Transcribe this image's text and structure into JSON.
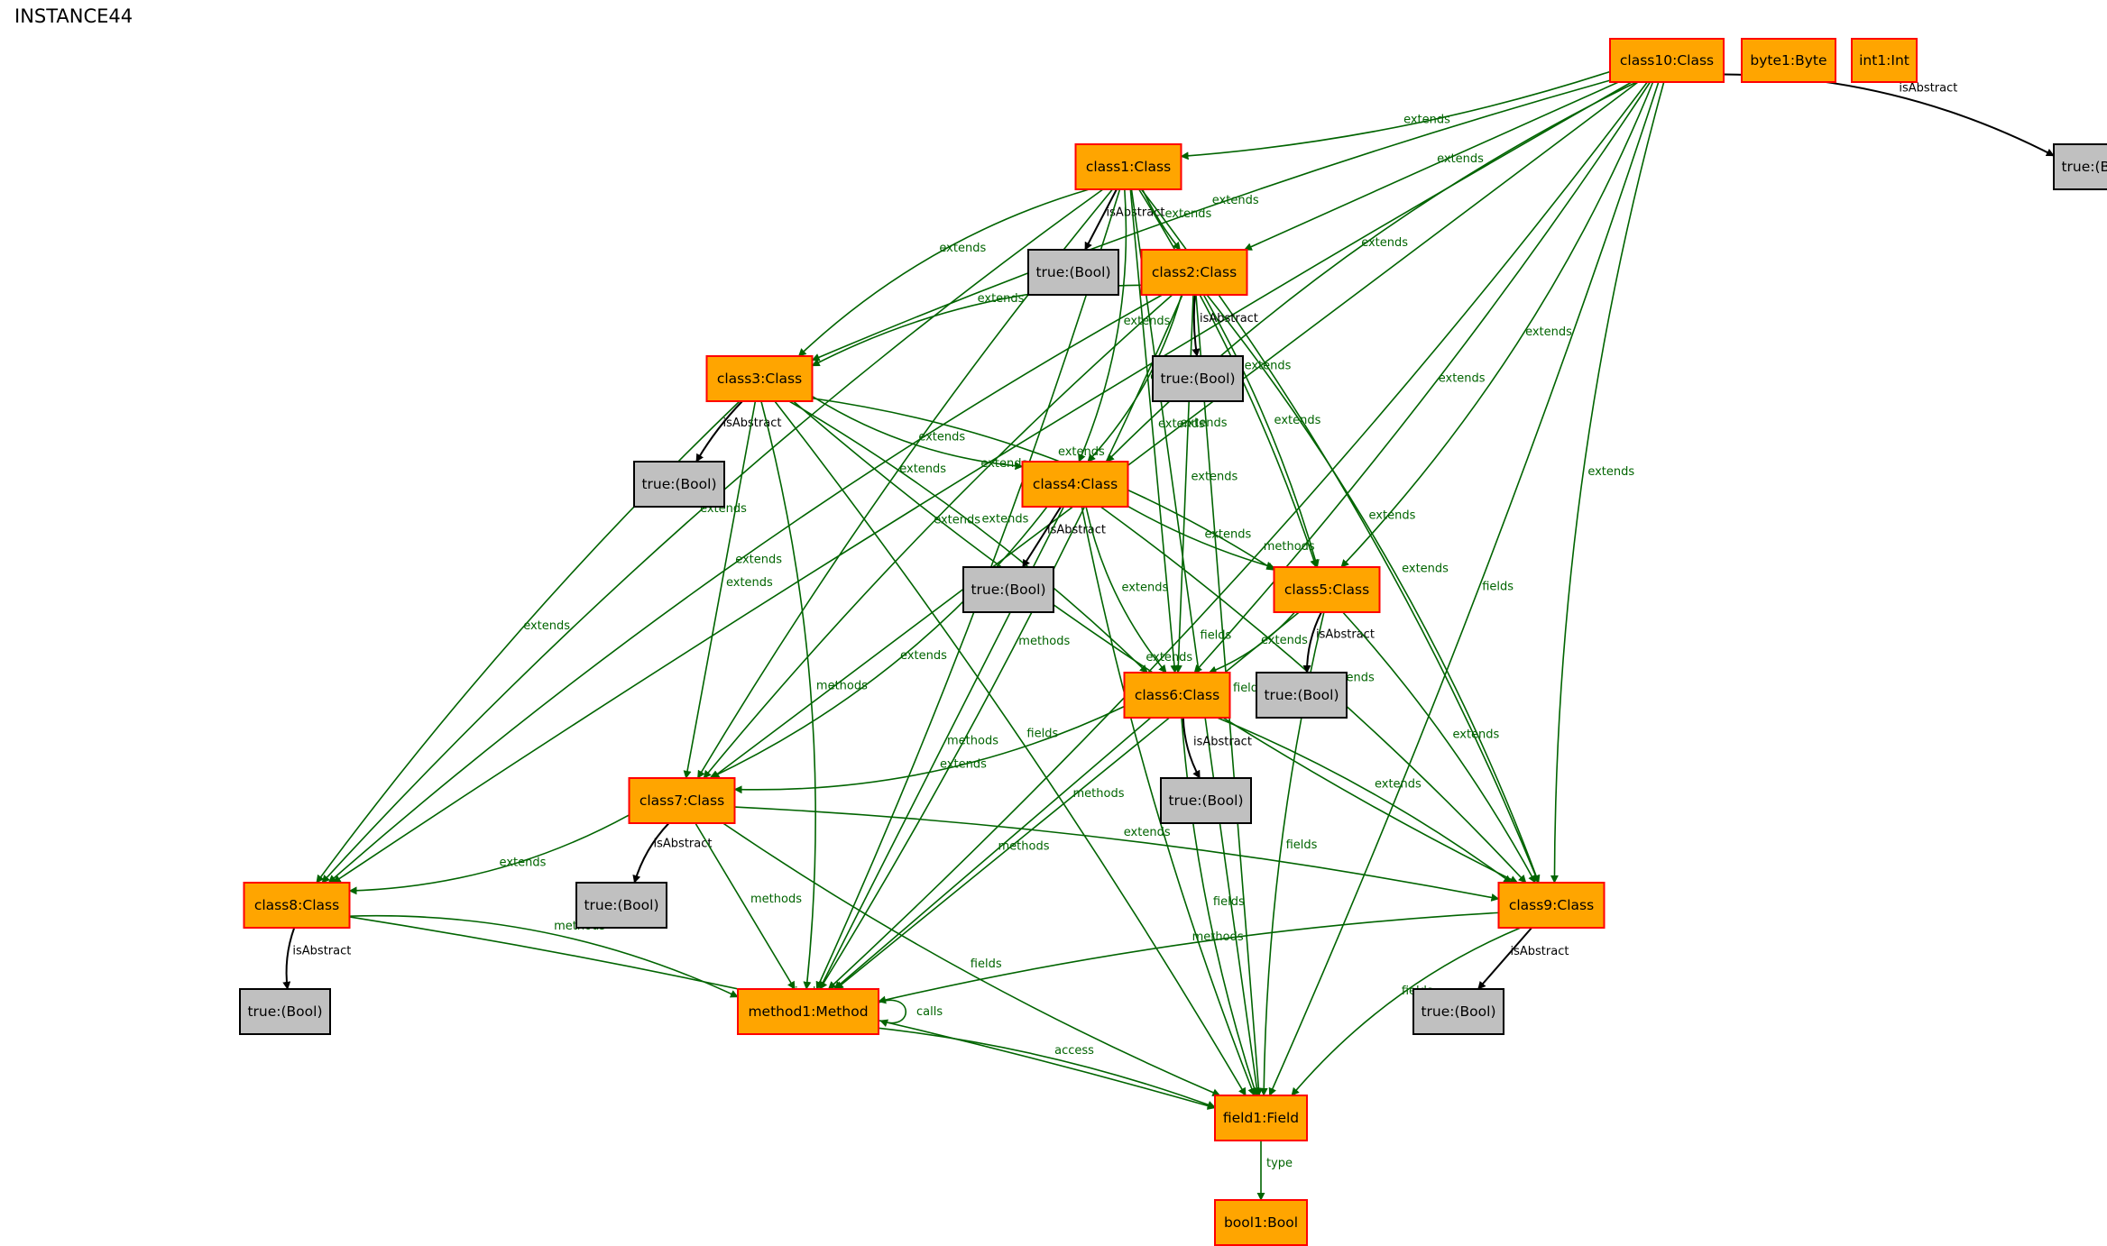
{
  "title": "INSTANCE44",
  "colors": {
    "class_fill": "#ffa500",
    "class_stroke": "#ff0000",
    "value_fill": "#c0c0c0",
    "value_stroke": "#000000",
    "edge_green": "#006400",
    "edge_black": "#000000"
  },
  "nodes": [
    {
      "id": "class10",
      "label": "class10:Class",
      "kind": "class"
    },
    {
      "id": "byte1",
      "label": "byte1:Byte",
      "kind": "class"
    },
    {
      "id": "int1",
      "label": "int1:Int",
      "kind": "class"
    },
    {
      "id": "true10",
      "label": "true:(Bool)",
      "kind": "value"
    },
    {
      "id": "class1",
      "label": "class1:Class",
      "kind": "class"
    },
    {
      "id": "true1",
      "label": "true:(Bool)",
      "kind": "value"
    },
    {
      "id": "class2",
      "label": "class2:Class",
      "kind": "class"
    },
    {
      "id": "true2",
      "label": "true:(Bool)",
      "kind": "value"
    },
    {
      "id": "class3",
      "label": "class3:Class",
      "kind": "class"
    },
    {
      "id": "true3",
      "label": "true:(Bool)",
      "kind": "value"
    },
    {
      "id": "class4",
      "label": "class4:Class",
      "kind": "class"
    },
    {
      "id": "true4",
      "label": "true:(Bool)",
      "kind": "value"
    },
    {
      "id": "class5",
      "label": "class5:Class",
      "kind": "class"
    },
    {
      "id": "true5",
      "label": "true:(Bool)",
      "kind": "value"
    },
    {
      "id": "class6",
      "label": "class6:Class",
      "kind": "class"
    },
    {
      "id": "true6",
      "label": "true:(Bool)",
      "kind": "value"
    },
    {
      "id": "class7",
      "label": "class7:Class",
      "kind": "class"
    },
    {
      "id": "true7",
      "label": "true:(Bool)",
      "kind": "value"
    },
    {
      "id": "class8",
      "label": "class8:Class",
      "kind": "class"
    },
    {
      "id": "true8",
      "label": "true:(Bool)",
      "kind": "value"
    },
    {
      "id": "class9",
      "label": "class9:Class",
      "kind": "class"
    },
    {
      "id": "true9",
      "label": "true:(Bool)",
      "kind": "value"
    },
    {
      "id": "method1",
      "label": "method1:Method",
      "kind": "class"
    },
    {
      "id": "field1",
      "label": "field1:Field",
      "kind": "class"
    },
    {
      "id": "bool1",
      "label": "bool1:Bool",
      "kind": "class"
    }
  ],
  "edges": [
    {
      "from": "class10",
      "to": "true10",
      "label": "isAbstract"
    },
    {
      "from": "class10",
      "to": "class1",
      "label": "extends"
    },
    {
      "from": "class10",
      "to": "class2",
      "label": "extends"
    },
    {
      "from": "class10",
      "to": "class3",
      "label": "extends"
    },
    {
      "from": "class10",
      "to": "class4",
      "label": "extends"
    },
    {
      "from": "class10",
      "to": "class5",
      "label": "extends"
    },
    {
      "from": "class10",
      "to": "class6",
      "label": "extends"
    },
    {
      "from": "class10",
      "to": "class7",
      "label": "extends"
    },
    {
      "from": "class10",
      "to": "class8",
      "label": "extends"
    },
    {
      "from": "class10",
      "to": "class9",
      "label": "extends"
    },
    {
      "from": "class10",
      "to": "method1",
      "label": "methods"
    },
    {
      "from": "class10",
      "to": "field1",
      "label": "fields"
    },
    {
      "from": "class1",
      "to": "true1",
      "label": "isAbstract"
    },
    {
      "from": "class1",
      "to": "class2",
      "label": "extends"
    },
    {
      "from": "class1",
      "to": "class3",
      "label": "extends"
    },
    {
      "from": "class1",
      "to": "class4",
      "label": "extends"
    },
    {
      "from": "class1",
      "to": "class5",
      "label": "extends"
    },
    {
      "from": "class1",
      "to": "class6",
      "label": "extends"
    },
    {
      "from": "class1",
      "to": "class7",
      "label": "extends"
    },
    {
      "from": "class1",
      "to": "class8",
      "label": "extends"
    },
    {
      "from": "class1",
      "to": "class9",
      "label": "extends"
    },
    {
      "from": "class1",
      "to": "method1",
      "label": "methods"
    },
    {
      "from": "class1",
      "to": "field1",
      "label": "fields"
    },
    {
      "from": "class2",
      "to": "true2",
      "label": "isAbstract"
    },
    {
      "from": "class2",
      "to": "class3",
      "label": "extends"
    },
    {
      "from": "class2",
      "to": "class4",
      "label": "extends"
    },
    {
      "from": "class2",
      "to": "class5",
      "label": "extends"
    },
    {
      "from": "class2",
      "to": "class6",
      "label": "extends"
    },
    {
      "from": "class2",
      "to": "class7",
      "label": "extends"
    },
    {
      "from": "class2",
      "to": "class8",
      "label": "extends"
    },
    {
      "from": "class2",
      "to": "class9",
      "label": "extends"
    },
    {
      "from": "class2",
      "to": "method1",
      "label": "methods"
    },
    {
      "from": "class2",
      "to": "field1",
      "label": "fields"
    },
    {
      "from": "class3",
      "to": "true3",
      "label": "isAbstract"
    },
    {
      "from": "class3",
      "to": "class4",
      "label": "extends"
    },
    {
      "from": "class3",
      "to": "class5",
      "label": "extends"
    },
    {
      "from": "class3",
      "to": "class6",
      "label": "extends"
    },
    {
      "from": "class3",
      "to": "class7",
      "label": "extends"
    },
    {
      "from": "class3",
      "to": "class8",
      "label": "extends"
    },
    {
      "from": "class3",
      "to": "class9",
      "label": "extends"
    },
    {
      "from": "class3",
      "to": "method1",
      "label": "methods"
    },
    {
      "from": "class3",
      "to": "field1",
      "label": "fields"
    },
    {
      "from": "class4",
      "to": "true4",
      "label": "isAbstract"
    },
    {
      "from": "class4",
      "to": "class5",
      "label": "extends"
    },
    {
      "from": "class4",
      "to": "class6",
      "label": "extends"
    },
    {
      "from": "class4",
      "to": "class7",
      "label": "extends"
    },
    {
      "from": "class4",
      "to": "class9",
      "label": "extends"
    },
    {
      "from": "class4",
      "to": "method1",
      "label": "methods"
    },
    {
      "from": "class4",
      "to": "field1",
      "label": "fields"
    },
    {
      "from": "class5",
      "to": "true5",
      "label": "isAbstract"
    },
    {
      "from": "class5",
      "to": "class6",
      "label": "extends"
    },
    {
      "from": "class5",
      "to": "class9",
      "label": "extends"
    },
    {
      "from": "class5",
      "to": "method1",
      "label": "methods"
    },
    {
      "from": "class5",
      "to": "field1",
      "label": "fields"
    },
    {
      "from": "class6",
      "to": "true6",
      "label": "isAbstract"
    },
    {
      "from": "class6",
      "to": "class7",
      "label": "extends"
    },
    {
      "from": "class6",
      "to": "class9",
      "label": "extends"
    },
    {
      "from": "class6",
      "to": "method1",
      "label": "methods"
    },
    {
      "from": "class6",
      "to": "field1",
      "label": "fields"
    },
    {
      "from": "class7",
      "to": "true7",
      "label": "isAbstract"
    },
    {
      "from": "class7",
      "to": "class8",
      "label": "extends"
    },
    {
      "from": "class7",
      "to": "class9",
      "label": "extends"
    },
    {
      "from": "class7",
      "to": "method1",
      "label": "methods"
    },
    {
      "from": "class7",
      "to": "field1",
      "label": "fields"
    },
    {
      "from": "class8",
      "to": "true8",
      "label": "isAbstract"
    },
    {
      "from": "class8",
      "to": "method1",
      "label": "methods"
    },
    {
      "from": "class8",
      "to": "field1",
      "label": "fields"
    },
    {
      "from": "class9",
      "to": "true9",
      "label": "isAbstract"
    },
    {
      "from": "class9",
      "to": "method1",
      "label": "methods"
    },
    {
      "from": "class9",
      "to": "field1",
      "label": "fields"
    },
    {
      "from": "method1",
      "to": "method1",
      "label": "calls"
    },
    {
      "from": "method1",
      "to": "field1",
      "label": "access"
    },
    {
      "from": "field1",
      "to": "bool1",
      "label": "type"
    }
  ]
}
